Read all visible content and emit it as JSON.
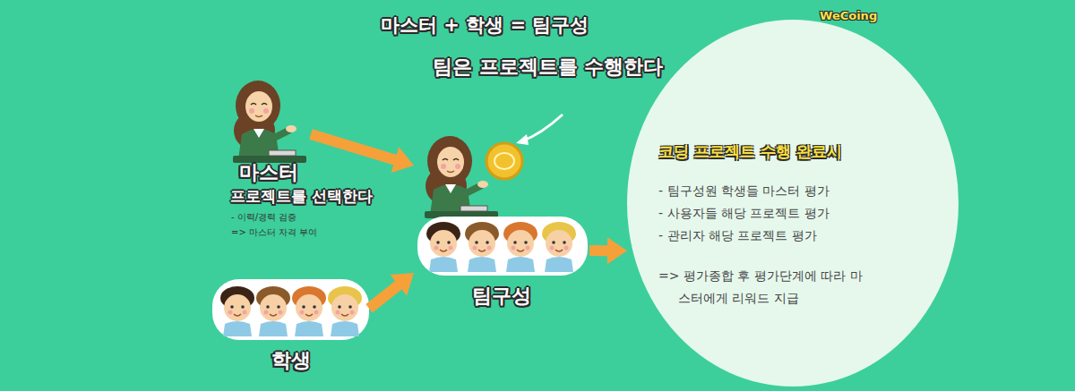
{
  "diagram": {
    "title": "마스터 + 학생 = 팀구성",
    "nodes": [
      {
        "text": [
          "마스터"
        ]
      },
      {
        "text": [
          "학생"
        ]
      },
      {
        "text": [
          "팀구성"
        ]
      },
      {
        "text": [
          "코딩 프로젝트 수행 완료시",
          "- 팀구성원 학생들 마스터 평가",
          "- 사용자들 해당 프로젝트 평가",
          "- 관리자 해당 프로젝트 평가",
          "=> 평가종합 후 평가단계에 따라 마스터에게 리워드 지급"
        ]
      }
    ],
    "edges": [
      {
        "from": 0,
        "to": 2,
        "arrow": "to"
      },
      {
        "from": 1,
        "to": 2,
        "arrow": "to"
      },
      {
        "from": 2,
        "to": 3,
        "arrow": "to"
      }
    ],
    "labels": [
      "팀은 프로젝트를 수행한다",
      "WeCoing",
      "프로젝트를 선택한다",
      "- 이력/경력 검증",
      "=> 마스터 자격 부여"
    ]
  }
}
